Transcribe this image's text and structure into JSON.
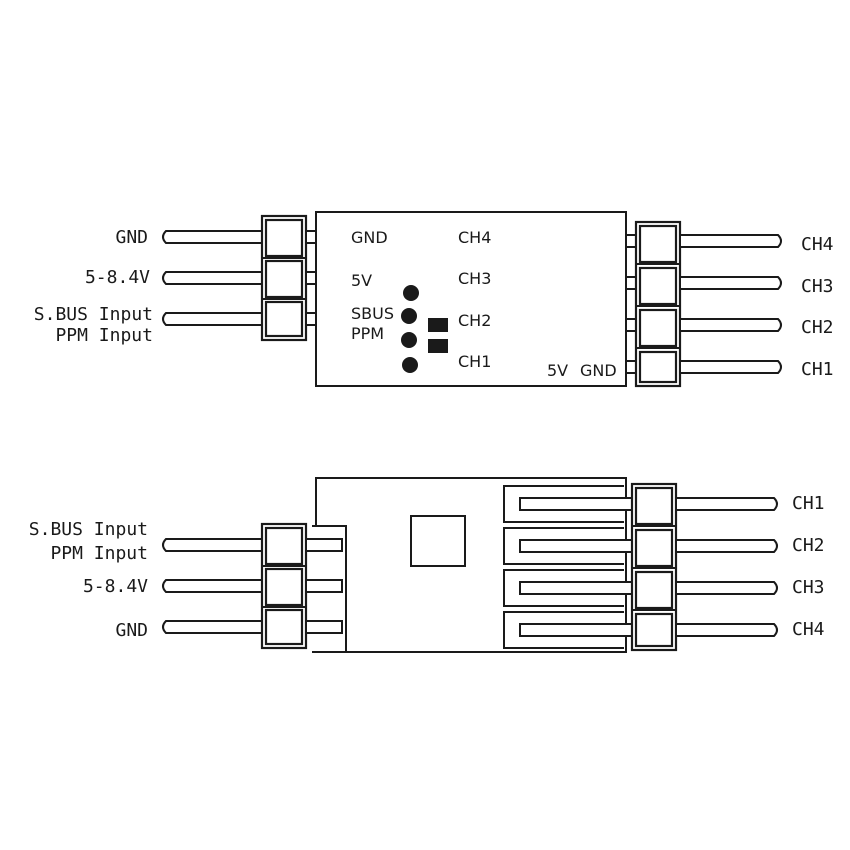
{
  "top_view": {
    "left_pins": [
      {
        "label": "GND"
      },
      {
        "label": "5-8.4V"
      },
      {
        "label": "S.BUS Input"
      }
    ],
    "left_pin3_line2": "PPM Input",
    "right_pins": [
      {
        "label": "CH4"
      },
      {
        "label": "CH3"
      },
      {
        "label": "CH2"
      },
      {
        "label": "CH1"
      }
    ],
    "board": {
      "gnd": "GND",
      "v5": "5V",
      "sbus": "SBUS",
      "ppm": "PPM",
      "ch4": "CH4",
      "ch3": "CH3",
      "ch2": "CH2",
      "ch1": "CH1",
      "v5_bottom": "5V",
      "gnd_bottom": "GND"
    }
  },
  "bottom_view": {
    "left_pins": [
      {
        "label": "S.BUS Input"
      },
      {
        "label": "5-8.4V"
      },
      {
        "label": "GND"
      }
    ],
    "left_pin1_line2": "PPM Input",
    "right_pins": [
      {
        "label": "CH1"
      },
      {
        "label": "CH2"
      },
      {
        "label": "CH3"
      },
      {
        "label": "CH4"
      }
    ]
  }
}
